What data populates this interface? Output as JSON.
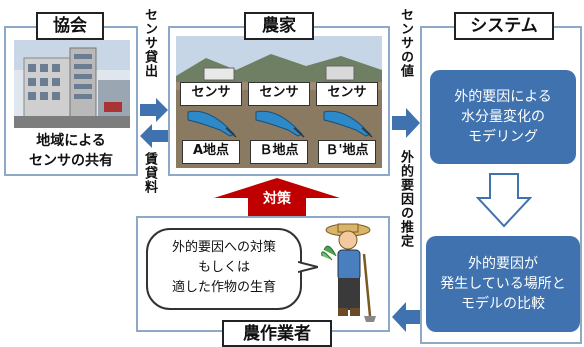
{
  "association": {
    "title": "協会",
    "caption_line1": "地域による",
    "caption_line2": "センサの共有"
  },
  "farm": {
    "title": "農家",
    "sensors": [
      {
        "label": "センサ",
        "point": "A地点"
      },
      {
        "label": "センサ",
        "point": "Ｂ地点"
      },
      {
        "label": "センサ",
        "point": "Ｂ'地点"
      }
    ]
  },
  "system": {
    "title": "システム",
    "box1": {
      "line1": "外的要因による",
      "line2": "水分量変化の",
      "line3": "モデリング"
    },
    "box2": {
      "line1": "外的要因が",
      "line2": "発生している場所と",
      "line3": "モデルの比較"
    }
  },
  "farmer": {
    "title": "農作業者",
    "bubble_line1": "外的要因への対策",
    "bubble_line2": "もしくは",
    "bubble_line3": "適した作物の生育"
  },
  "labels": {
    "sensor_lending": "センサ貸出",
    "rental_fee": "賃貸料",
    "sensor_value": "センサの値",
    "external_estimate": "外的要因の推定",
    "countermeasure": "対策"
  },
  "colors": {
    "blue": "#3f72ae",
    "panel_border": "#8ea9c8",
    "red": "#c00000"
  }
}
